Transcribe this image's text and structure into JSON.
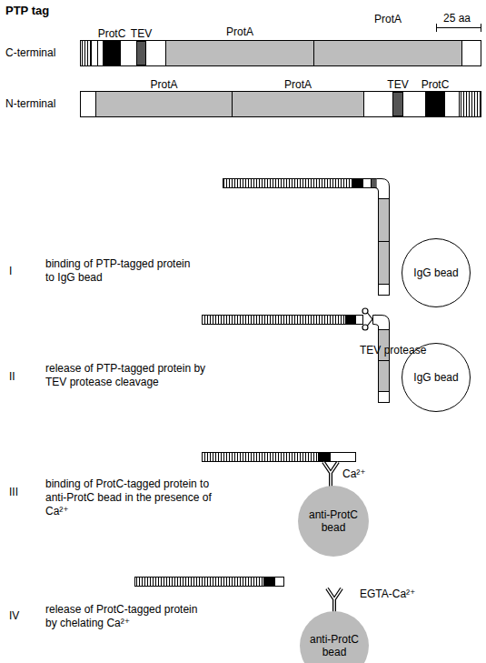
{
  "diagram": {
    "title": "PTP tag",
    "nodes": [
      {
        "text": [
          "ProtC"
        ]
      },
      {
        "text": [
          "TEV"
        ]
      },
      {
        "text": [
          "ProtA"
        ]
      },
      {
        "text": [
          "ProtA"
        ]
      },
      {
        "text": [
          "ProtA"
        ]
      },
      {
        "text": [
          "ProtA"
        ]
      },
      {
        "text": [
          "TEV"
        ]
      },
      {
        "text": [
          "ProtC"
        ]
      },
      {
        "text": [
          "IgG bead"
        ]
      },
      {
        "text": [
          "IgG bead"
        ]
      },
      {
        "text": [
          "anti-ProtC bead"
        ]
      },
      {
        "text": [
          "anti-ProtC bead"
        ]
      }
    ],
    "labels": [
      "25 aa",
      "C-terminal",
      "N-terminal",
      "I",
      "binding of PTP-tagged protein to IgG bead",
      "II",
      "release of PTP-tagged protein by TEV protease cleavage",
      "TEV protease",
      "III",
      "binding of ProtC-tagged protein to anti-ProtC bead in the presence of Ca²⁺",
      "Ca²⁺",
      "IV",
      "release of ProtC-tagged protein by chelating Ca²⁺",
      "EGTA-Ca²⁺"
    ]
  }
}
